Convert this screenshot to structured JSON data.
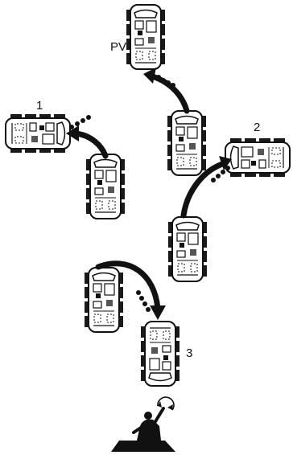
{
  "labels": {
    "pv": "PV",
    "pos1": "1",
    "pos2": "2",
    "pos3": "3"
  },
  "colors": {
    "ink": "#111111",
    "body": "#ffffff",
    "wheel": "#1a1a1a"
  },
  "icons": {
    "vehicle": "armored-vehicle-icon",
    "arrow": "curved-arrow-icon",
    "dots": "exhaust-dots-icon",
    "operator": "signal-operator-icon"
  }
}
